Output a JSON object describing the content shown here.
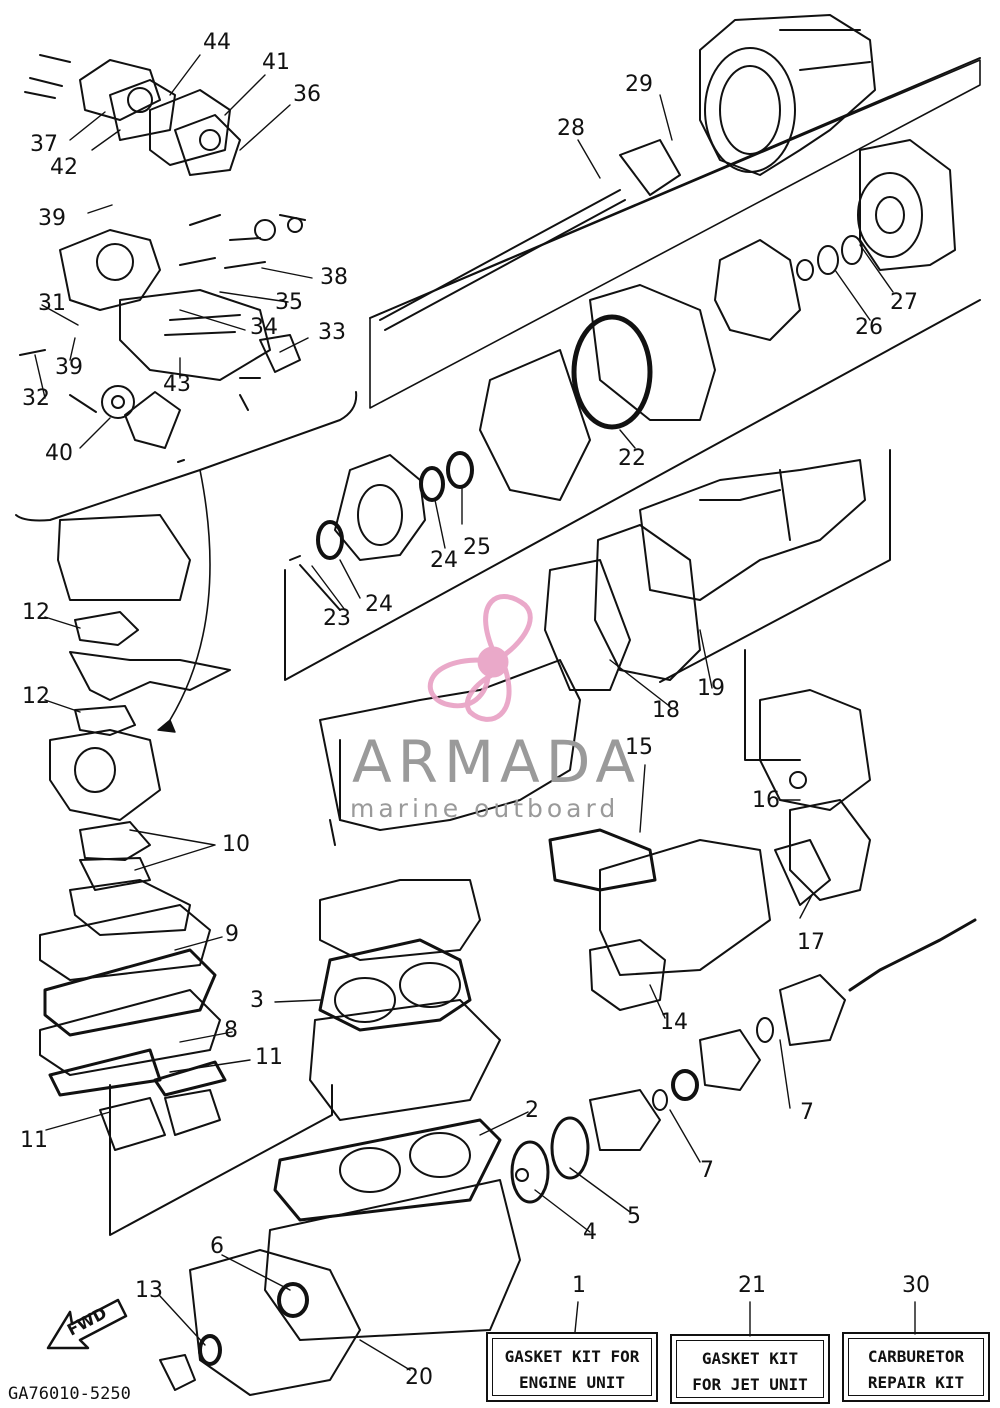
{
  "callouts": [
    {
      "id": "44",
      "label": "44"
    },
    {
      "id": "41",
      "label": "41"
    },
    {
      "id": "36",
      "label": "36"
    },
    {
      "id": "37",
      "label": "37"
    },
    {
      "id": "42",
      "label": "42"
    },
    {
      "id": "39a",
      "label": "39"
    },
    {
      "id": "38",
      "label": "38"
    },
    {
      "id": "35",
      "label": "35"
    },
    {
      "id": "31",
      "label": "31"
    },
    {
      "id": "34",
      "label": "34"
    },
    {
      "id": "33",
      "label": "33"
    },
    {
      "id": "39b",
      "label": "39"
    },
    {
      "id": "32",
      "label": "32"
    },
    {
      "id": "43",
      "label": "43"
    },
    {
      "id": "40",
      "label": "40"
    },
    {
      "id": "29",
      "label": "29"
    },
    {
      "id": "28",
      "label": "28"
    },
    {
      "id": "27",
      "label": "27"
    },
    {
      "id": "26",
      "label": "26"
    },
    {
      "id": "22",
      "label": "22"
    },
    {
      "id": "24a",
      "label": "24"
    },
    {
      "id": "25",
      "label": "25"
    },
    {
      "id": "24b",
      "label": "24"
    },
    {
      "id": "23",
      "label": "23"
    },
    {
      "id": "12a",
      "label": "12"
    },
    {
      "id": "12b",
      "label": "12"
    },
    {
      "id": "18",
      "label": "18"
    },
    {
      "id": "19",
      "label": "19"
    },
    {
      "id": "15",
      "label": "15"
    },
    {
      "id": "16",
      "label": "16"
    },
    {
      "id": "10",
      "label": "10"
    },
    {
      "id": "17",
      "label": "17"
    },
    {
      "id": "9",
      "label": "9"
    },
    {
      "id": "3",
      "label": "3"
    },
    {
      "id": "14",
      "label": "14"
    },
    {
      "id": "8",
      "label": "8"
    },
    {
      "id": "11a",
      "label": "11"
    },
    {
      "id": "7a",
      "label": "7"
    },
    {
      "id": "11b",
      "label": "11"
    },
    {
      "id": "2",
      "label": "2"
    },
    {
      "id": "7b",
      "label": "7"
    },
    {
      "id": "5",
      "label": "5"
    },
    {
      "id": "4",
      "label": "4"
    },
    {
      "id": "6",
      "label": "6"
    },
    {
      "id": "13",
      "label": "13"
    },
    {
      "id": "1",
      "label": "1"
    },
    {
      "id": "21",
      "label": "21"
    },
    {
      "id": "30",
      "label": "30"
    },
    {
      "id": "20",
      "label": "20"
    }
  ],
  "kits": [
    {
      "id": "engine",
      "line1": "GASKET KIT FOR",
      "line2": "ENGINE UNIT"
    },
    {
      "id": "jet",
      "line1": "GASKET KIT",
      "line2": "FOR JET UNIT"
    },
    {
      "id": "carb",
      "line1": "CARBURETOR",
      "line2": "REPAIR KIT"
    }
  ],
  "watermark": {
    "title": "ARMADA",
    "subtitle": "marine outboard",
    "logo_color": "#e8a0c4",
    "text_color": "#9a9a9a"
  },
  "diagram_code": "GA76010-5250",
  "fwd_label": "FWD",
  "colors": {
    "ink": "#111111",
    "paper": "#ffffff"
  }
}
